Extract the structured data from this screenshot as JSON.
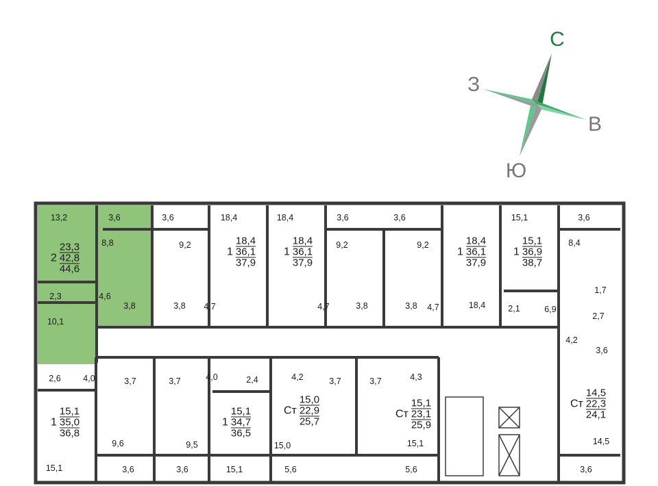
{
  "compass": {
    "north": "С",
    "west": "З",
    "east": "В",
    "south": "Ю",
    "accent": "#1e7a3c",
    "highlight": "#8fc47a"
  },
  "rooms": [
    "13,2",
    "3,6",
    "3,6",
    "18,4",
    "18,4",
    "3,6",
    "3,6",
    "15,1",
    "3,6",
    "8,8",
    "9,2",
    "9,2",
    "9,2",
    "8,4",
    "2,3",
    "4,6",
    "10,1",
    "3,8",
    "3,8",
    "4,7",
    "4,7",
    "3,8",
    "3,8",
    "4,7",
    "18,4",
    "2,1",
    "6,9",
    "1,7",
    "2,7",
    "4,2",
    "3,6",
    "2,6",
    "4,0",
    "3,7",
    "3,7",
    "4,0",
    "2,4",
    "4,2",
    "3,7",
    "3,7",
    "4,3",
    "9,6",
    "9,5",
    "15,0",
    "15,1",
    "14,5",
    "15,1",
    "3,6",
    "3,6",
    "15,1",
    "5,6",
    "5,6",
    "3,6"
  ],
  "apartments": [
    {
      "type": "2",
      "living": "23,3",
      "total": "42,8",
      "total_with_balcony": "44,6"
    },
    {
      "type": "1",
      "living": "18,4",
      "total": "36,1",
      "total_with_balcony": "37,9"
    },
    {
      "type": "1",
      "living": "18,4",
      "total": "36,1",
      "total_with_balcony": "37,9"
    },
    {
      "type": "1",
      "living": "18,4",
      "total": "36,1",
      "total_with_balcony": "37,9"
    },
    {
      "type": "1",
      "living": "15,1",
      "total": "36,9",
      "total_with_balcony": "38,7"
    },
    {
      "type": "1",
      "living": "15,1",
      "total": "35,0",
      "total_with_balcony": "36,8"
    },
    {
      "type": "1",
      "living": "15,1",
      "total": "34,7",
      "total_with_balcony": "36,5"
    },
    {
      "type": "Ст",
      "living": "15,0",
      "total": "22,9",
      "total_with_balcony": "25,7"
    },
    {
      "type": "Ст",
      "living": "15,1",
      "total": "23,1",
      "total_with_balcony": "25,9"
    },
    {
      "type": "Ст",
      "living": "14,5",
      "total": "22,3",
      "total_with_balcony": "24,1"
    }
  ]
}
